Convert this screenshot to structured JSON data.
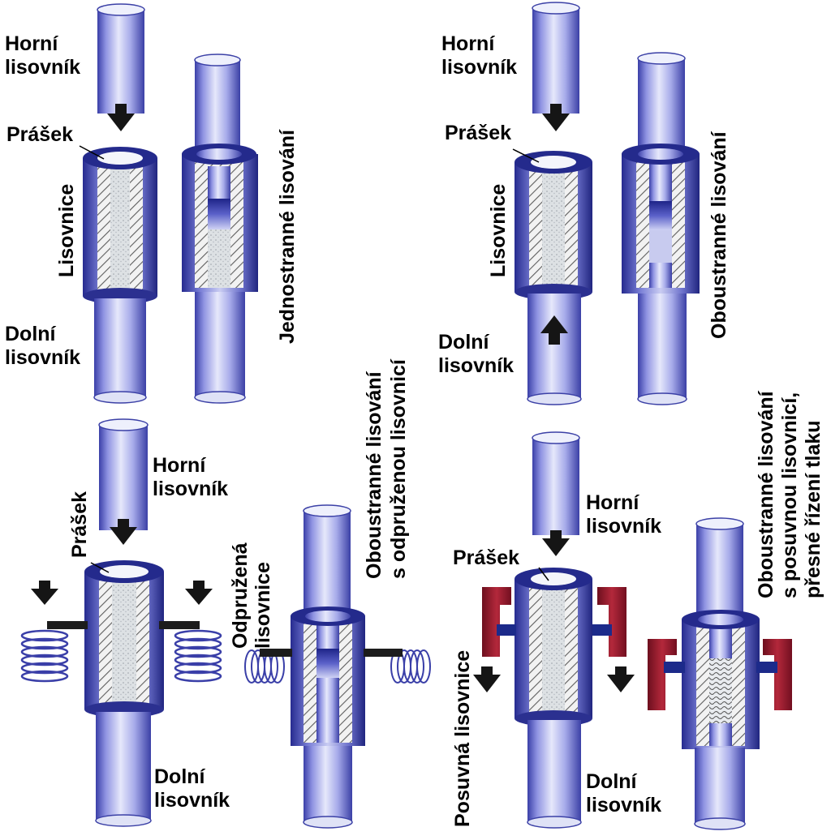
{
  "colors": {
    "tube_light": "#dfe2f6",
    "tube_mid": "#8a8ee0",
    "tube_dark": "#2a2f9a",
    "ring_top": "#242a8c",
    "hatch": "#6b6b6b",
    "powder": "#d8dde0",
    "spring_frame": "#9b1b2d",
    "arrow": "#151515",
    "text": "#000000"
  },
  "panels": {
    "top_left": {
      "upper_punch": [
        "Horní",
        "lisovník"
      ],
      "powder": "Prášek",
      "die": "Lisovnice",
      "lower_punch": [
        "Dolní",
        "lisovník"
      ],
      "method": "Jednostranné lisování"
    },
    "top_right": {
      "upper_punch": [
        "Horní",
        "lisovník"
      ],
      "powder": "Prášek",
      "die": "Lisovnice",
      "lower_punch": [
        "Dolní",
        "lisovník"
      ],
      "method": "Oboustranné lisování"
    },
    "bottom_left": {
      "upper_punch": [
        "Horní",
        "lisovník"
      ],
      "powder": "Prášek",
      "spring_die": [
        "Odpružená",
        "lisovnice"
      ],
      "lower_punch": [
        "Dolní",
        "lisovník"
      ],
      "method": [
        "Oboustranné lisování",
        "s odpruženou lisovnicí"
      ]
    },
    "bottom_right": {
      "upper_punch": [
        "Horní",
        "lisovník"
      ],
      "powder": "Prášek",
      "sliding_die": "Posuvná lisovnice",
      "lower_punch": [
        "Dolní",
        "lisovník"
      ],
      "method": [
        "Oboustranné lisování",
        "s posuvnou lisovnicí,",
        "přesné řízení tlaku"
      ]
    }
  }
}
